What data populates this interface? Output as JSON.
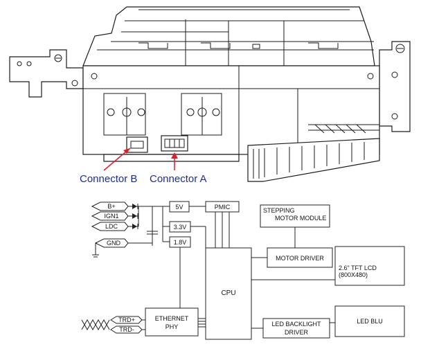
{
  "callouts": {
    "connector_b": "Connector B",
    "connector_a": "Connector A"
  },
  "pins": {
    "b_plus": "B+",
    "ign1": "IGN1",
    "ldc": "LDC",
    "gnd": "GND",
    "trd_plus": "TRD+",
    "trd_minus": "TRD-"
  },
  "blocks": {
    "v5": "5V",
    "v33": "3.3V",
    "v18": "1.8V",
    "pmic": "PMIC",
    "stepping_line1": "STEPPING",
    "stepping_line2": "MOTOR MODULE",
    "motor_driver": "MOTOR DRIVER",
    "lcd_line1": "2.6\" TFT LCD",
    "lcd_line2": "(800X480)",
    "cpu": "CPU",
    "eth_line1": "ETHERNET",
    "eth_line2": "PHY",
    "led_drv_line1": "LED BACKLIGHT",
    "led_drv_line2": "DRIVER",
    "led_blu": "LED BLU"
  },
  "colors": {
    "callout_text": "#1a2f8c",
    "arrow": "#d6202a"
  }
}
